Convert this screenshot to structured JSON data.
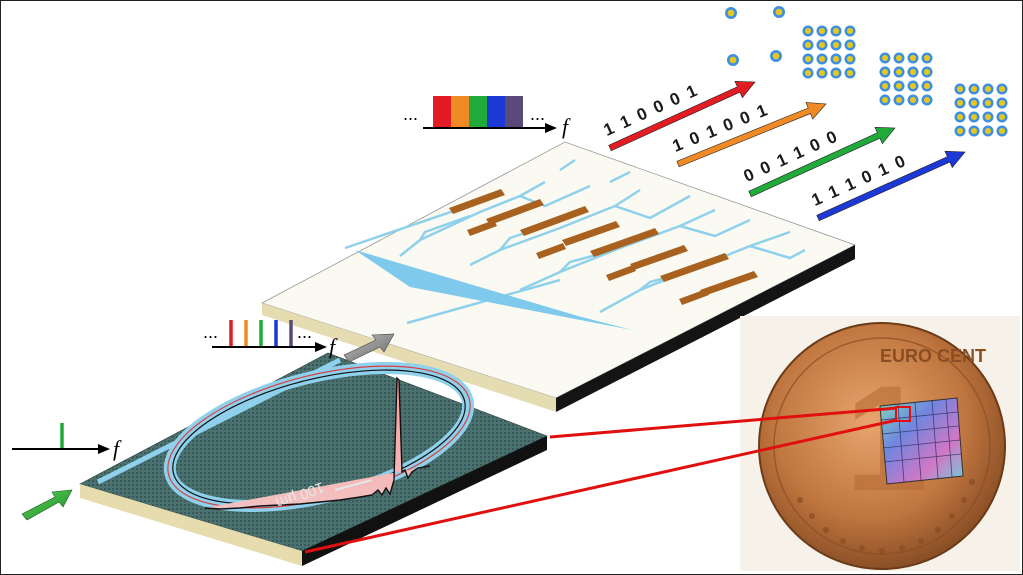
{
  "input_spectrum": {
    "frequency_symbol": "f",
    "line_color": "#1faa3a"
  },
  "comb_spectrum": {
    "ellipsis_left": "...",
    "ellipsis_right": "...",
    "frequency_symbol": "f",
    "line_colors": [
      "#e31b23",
      "#f08a24",
      "#1faa3a",
      "#1c39d6",
      "#5a4a7a"
    ]
  },
  "demux_spectrum": {
    "ellipsis_left": "...",
    "ellipsis_right": "...",
    "frequency_symbol": "f",
    "band_colors": [
      "#e31b23",
      "#f08a24",
      "#1faa3a",
      "#1c39d6",
      "#5a4a7a"
    ]
  },
  "microresonator": {
    "scale_bar_label": "100 µm"
  },
  "data_channels": [
    {
      "bits": "1 1 0 0 0 1",
      "color": "#e31b23"
    },
    {
      "bits": "1 0 1 0 0 1",
      "color": "#f08a24"
    },
    {
      "bits": "0 0 1 1 0 0",
      "color": "#1faa3a"
    },
    {
      "bits": "1 1 1 0 1 0",
      "color": "#1c39d6"
    }
  ],
  "photo": {
    "coin_text": "EURO CENT",
    "coin_digit": "1"
  },
  "colors": {
    "board_top": "#fbfaf2",
    "board_side": "#e6dcb2",
    "board_bottom": "#111111",
    "chip_surface": "#3f6a66",
    "waveguide": "#8fd1ec",
    "modulator": "#a9611f",
    "connector": "#e01010"
  }
}
